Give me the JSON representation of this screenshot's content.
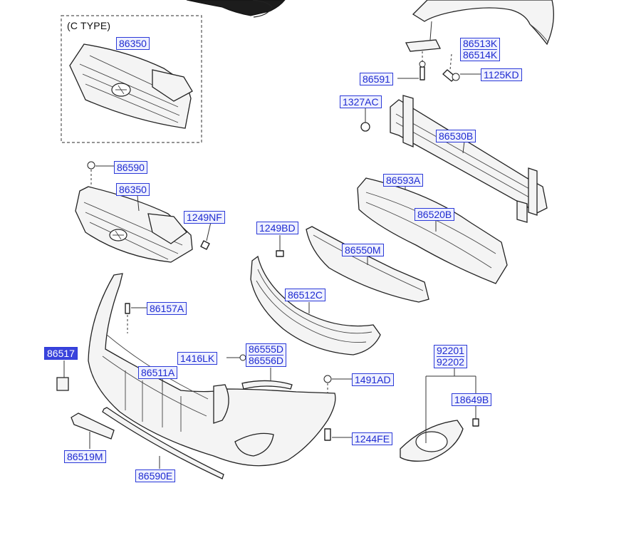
{
  "variant_title": "(C TYPE)",
  "callouts": {
    "ctype_grille": "86350",
    "fender": "86513K",
    "fender_b": "86514K",
    "bolt_86591": "86591",
    "screw_1125kd": "1125KD",
    "nut_1327ac": "1327AC",
    "beam": "86530B",
    "clip_86590": "86590",
    "grille": "86350",
    "bolt_1249nf": "1249NF",
    "clip_86593a": "86593A",
    "absorber": "86520B",
    "bolt_1249bd": "1249BD",
    "lip_upper": "86550M",
    "lower_grille": "86512C",
    "clip_86157a": "86157A",
    "cover_86517": "86517",
    "screw_1416lk": "1416LK",
    "moulding_a": "86555D",
    "moulding_b": "86556D",
    "bumper_cover": "86511A",
    "clip_1491ad": "1491AD",
    "foglamp_a": "92201",
    "foglamp_b": "92202",
    "screw_18649b": "18649B",
    "plate": "86519M",
    "bolt_1244fe": "1244FE",
    "lip_lower": "86590E"
  }
}
